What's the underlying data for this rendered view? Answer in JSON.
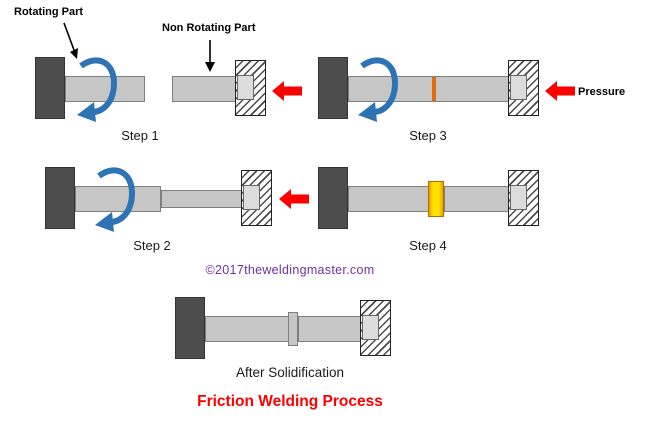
{
  "title": "Friction Welding Process",
  "copyright": "©2017theweldingmaster.com",
  "annotations": {
    "rotating_part": "Rotating Part",
    "non_rotating_part": "Non Rotating Part",
    "pressure": "Pressure"
  },
  "steps": {
    "step1": "Step 1",
    "step2": "Step 2",
    "step3": "Step 3",
    "step4": "Step 4",
    "after_solidification": "After Solidification"
  },
  "colors": {
    "chuck": "#4d4d4d",
    "rod": "#c6c6c6",
    "rod_border": "#7f7f7f",
    "rotation_arrow": "#2e74b5",
    "pressure_arrow": "#fe0000",
    "heat_line": "#e36c0a",
    "heat_band_fill": "#ffe100",
    "heat_band_border": "#e8a000",
    "label_text": "#1a1a1a",
    "copyright_text": "#7030a0",
    "title_text": "#ff0000"
  }
}
